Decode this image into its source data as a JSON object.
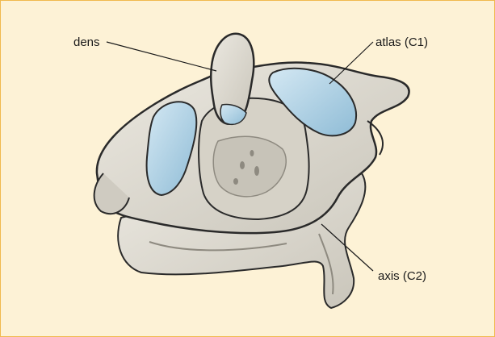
{
  "labels": {
    "dens": "dens",
    "atlas": "atlas (C1)",
    "axis": "axis (C2)"
  },
  "colors": {
    "background": "#fdf2d6",
    "border": "#f0b94e",
    "bone": "#dedbd2",
    "bone_shadow": "#b9b5aa",
    "outline": "#2a2a2a",
    "cartilage": "#a8cfe4"
  }
}
